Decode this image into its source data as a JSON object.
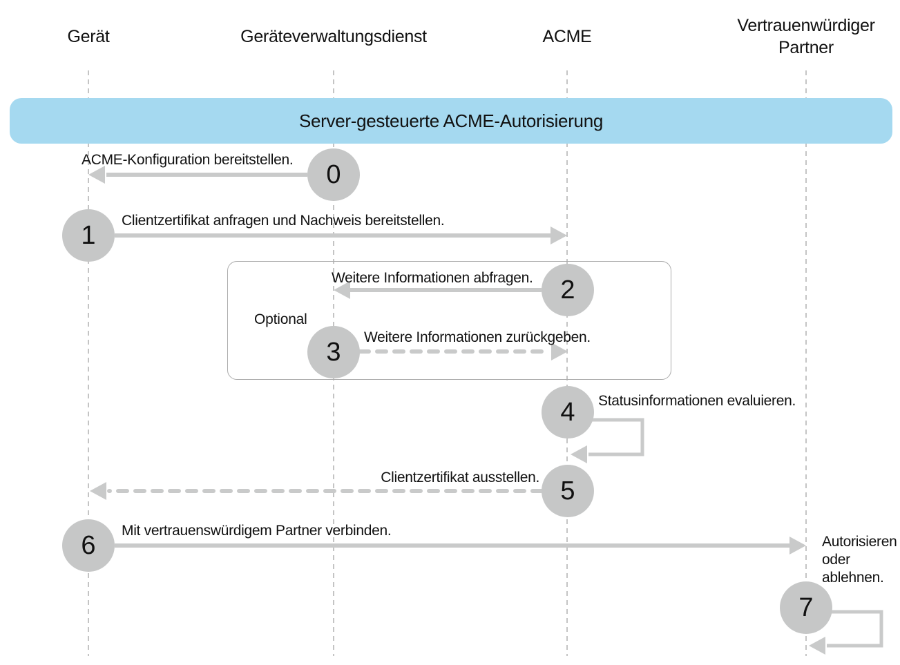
{
  "diagram": {
    "banner": {
      "title": "Server-gesteuerte ACME-Autorisierung",
      "bg_color": "#A5D9F0"
    },
    "participants": [
      {
        "label": "Gerät"
      },
      {
        "label": "Geräteverwaltungsdienst"
      },
      {
        "label": "ACME"
      },
      {
        "label": "Vertrauenwürdiger Partner"
      }
    ],
    "optional_group": {
      "label": "Optional",
      "contains_steps": [
        "2",
        "3"
      ]
    },
    "steps": [
      {
        "number": "0",
        "label": "ACME-Konfiguration bereitstellen.",
        "from": "Geräteverwaltungsdienst",
        "to": "Gerät",
        "line": "solid"
      },
      {
        "number": "1",
        "label": "Clientzertifikat anfragen und Nachweis bereitstellen.",
        "from": "Gerät",
        "to": "ACME",
        "line": "solid"
      },
      {
        "number": "2",
        "label": "Weitere Informationen abfragen.",
        "from": "ACME",
        "to": "Geräteverwaltungsdienst",
        "line": "solid"
      },
      {
        "number": "3",
        "label": "Weitere Informationen zurückgeben.",
        "from": "Geräteverwaltungsdienst",
        "to": "ACME",
        "line": "dashed"
      },
      {
        "number": "4",
        "label": "Statusinformationen evaluieren.",
        "from": "ACME",
        "to": "ACME",
        "line": "self-loop"
      },
      {
        "number": "5",
        "label": "Clientzertifikat ausstellen.",
        "from": "ACME",
        "to": "Gerät",
        "line": "dashed"
      },
      {
        "number": "6",
        "label": "Mit vertrauenswürdigem Partner verbinden.",
        "from": "Gerät",
        "to": "Vertrauenwürdiger Partner",
        "line": "solid"
      },
      {
        "number": "7",
        "label": "Autorisieren oder ablehnen.",
        "from": "Vertrauenwürdiger Partner",
        "to": "Vertrauenwürdiger Partner",
        "line": "self-loop"
      }
    ],
    "colors": {
      "banner_bg": "#A5D9F0",
      "circle_fill": "#C6C7C7",
      "arrow": "#C9CACA",
      "lifeline": "#B5B5B5",
      "optional_border": "#ABABAB",
      "text": "#111111"
    }
  }
}
